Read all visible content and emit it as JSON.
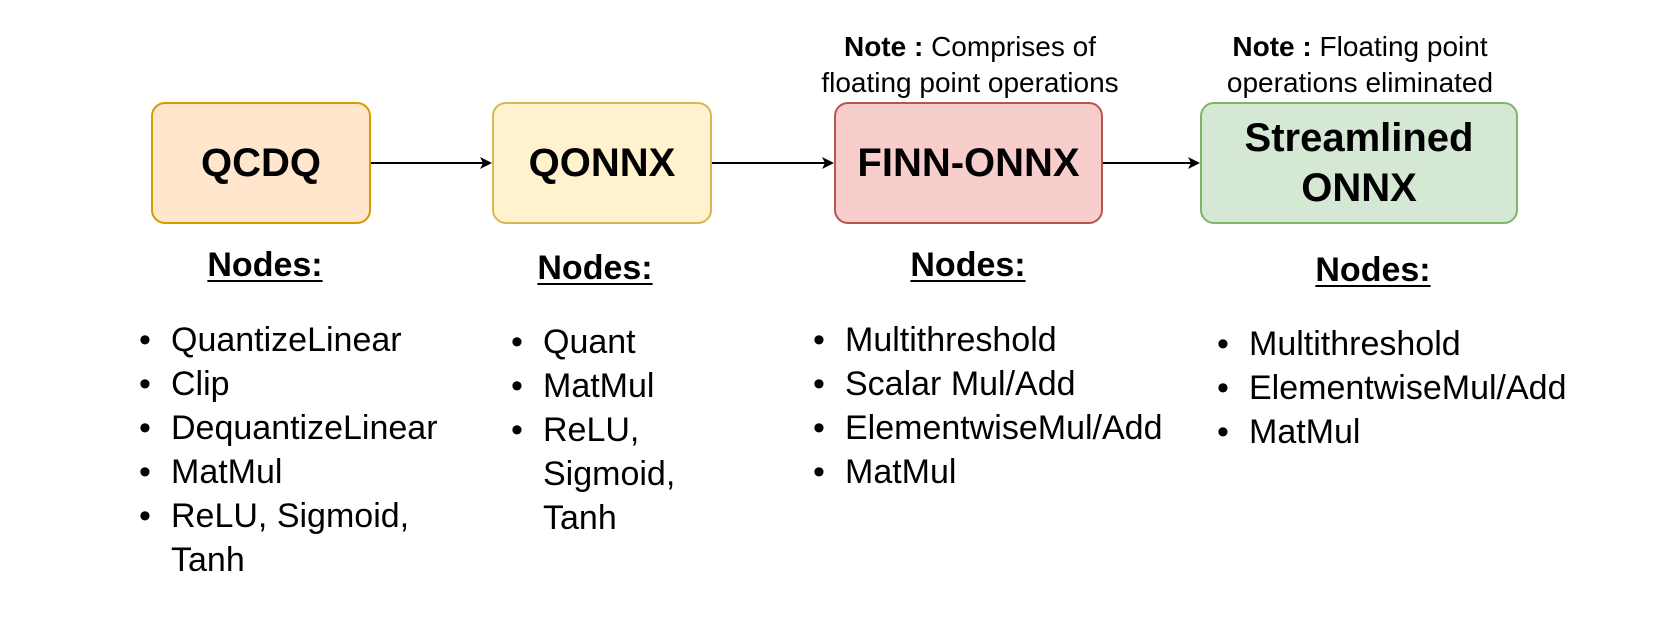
{
  "boxes": [
    {
      "id": "qcdq",
      "lines": [
        "QCDQ"
      ],
      "fill": "#ffe6cc",
      "stroke": "#d79b00"
    },
    {
      "id": "qonnx",
      "lines": [
        "QONNX"
      ],
      "fill": "#fff2cc",
      "stroke": "#d6b656"
    },
    {
      "id": "finn",
      "lines": [
        "FINN-ONNX"
      ],
      "fill": "#f8cecc",
      "stroke": "#b85450"
    },
    {
      "id": "stream",
      "lines": [
        "Streamlined",
        "ONNX"
      ],
      "fill": "#d5e8d4",
      "stroke": "#82b366"
    }
  ],
  "notes": {
    "finn": {
      "label": "Note :",
      "text_line1": " Comprises of",
      "text_line2": "floating point operations"
    },
    "stream": {
      "label": "Note :",
      "text_line1": " Floating point",
      "text_line2": "operations eliminated"
    }
  },
  "nodes_heading": "Nodes:",
  "lists": {
    "qcdq": [
      [
        "QuantizeLinear"
      ],
      [
        "Clip"
      ],
      [
        "DequantizeLinear"
      ],
      [
        "MatMul"
      ],
      [
        "ReLU, Sigmoid,",
        "Tanh"
      ]
    ],
    "qonnx": [
      [
        "Quant"
      ],
      [
        "MatMul"
      ],
      [
        "ReLU,",
        "Sigmoid,",
        "Tanh"
      ]
    ],
    "finn": [
      [
        "Multithreshold"
      ],
      [
        "Scalar Mul/Add"
      ],
      [
        "ElementwiseMul/Add"
      ],
      [
        "MatMul"
      ]
    ],
    "stream": [
      [
        "Multithreshold"
      ],
      [
        "ElementwiseMul/Add"
      ],
      [
        "MatMul"
      ]
    ]
  },
  "bullet_glyph": "•",
  "arrow_color": "#000000"
}
